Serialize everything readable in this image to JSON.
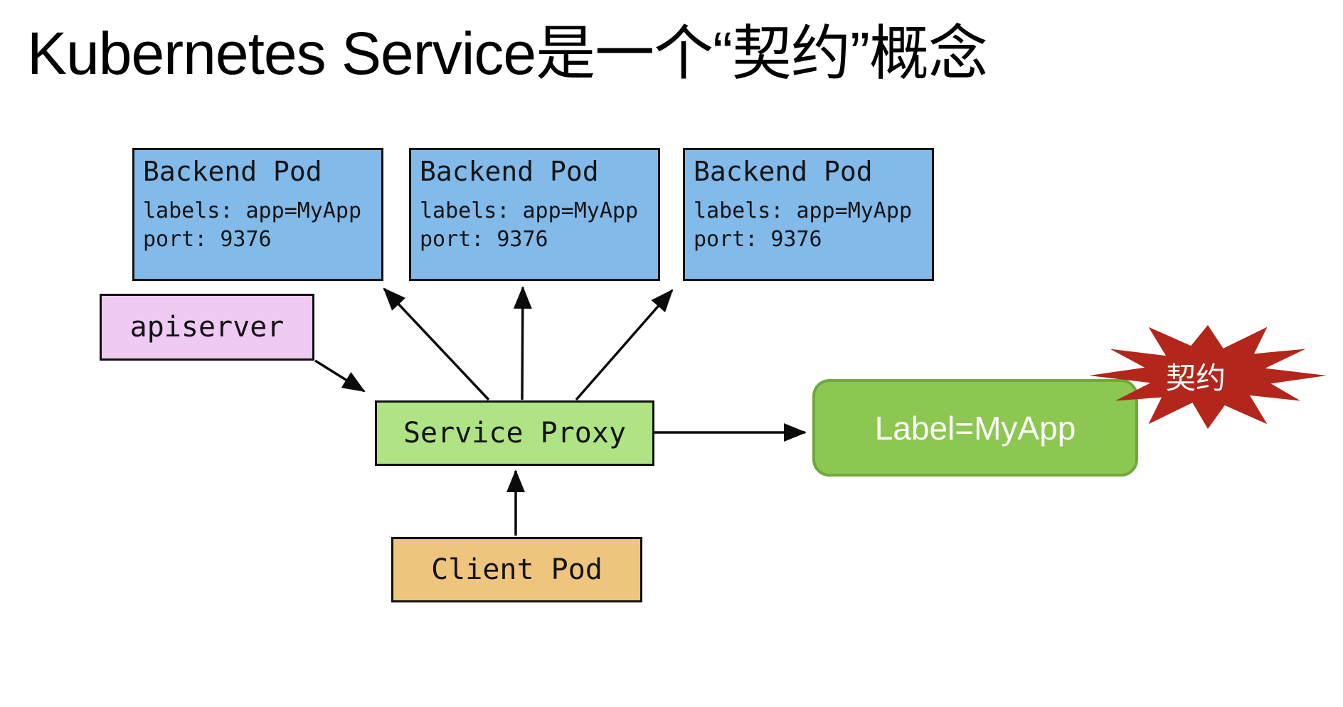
{
  "title": "Kubernetes Service是一个“契约”概念",
  "backend_pods": [
    {
      "title": "Backend Pod",
      "labels_line": "labels: app=MyApp",
      "port_line": "port: 9376"
    },
    {
      "title": "Backend Pod",
      "labels_line": "labels: app=MyApp",
      "port_line": "port: 9376"
    },
    {
      "title": "Backend Pod",
      "labels_line": "labels: app=MyApp",
      "port_line": "port: 9376"
    }
  ],
  "apiserver": {
    "label": "apiserver"
  },
  "service_proxy": {
    "label": "Service Proxy"
  },
  "client_pod": {
    "label": "Client Pod"
  },
  "selector": {
    "label": "Label=MyApp"
  },
  "burst": {
    "label": "契约"
  },
  "edges": [
    {
      "from": "apiserver",
      "to": "service-proxy"
    },
    {
      "from": "service-proxy",
      "to": "backend-pod-1"
    },
    {
      "from": "service-proxy",
      "to": "backend-pod-2"
    },
    {
      "from": "service-proxy",
      "to": "backend-pod-3"
    },
    {
      "from": "client-pod",
      "to": "service-proxy"
    },
    {
      "from": "service-proxy",
      "to": "selector"
    }
  ],
  "colors": {
    "backend_pod_fill": "#82BAEA",
    "apiserver_fill": "#EFCBF4",
    "service_proxy_fill": "#B0E384",
    "client_pod_fill": "#EEC57E",
    "selector_fill": "#8CC751",
    "selector_border": "#6FA83C",
    "burst_fill": "#B2261B",
    "line_color": "#0b0b0b",
    "background": "#ffffff"
  }
}
